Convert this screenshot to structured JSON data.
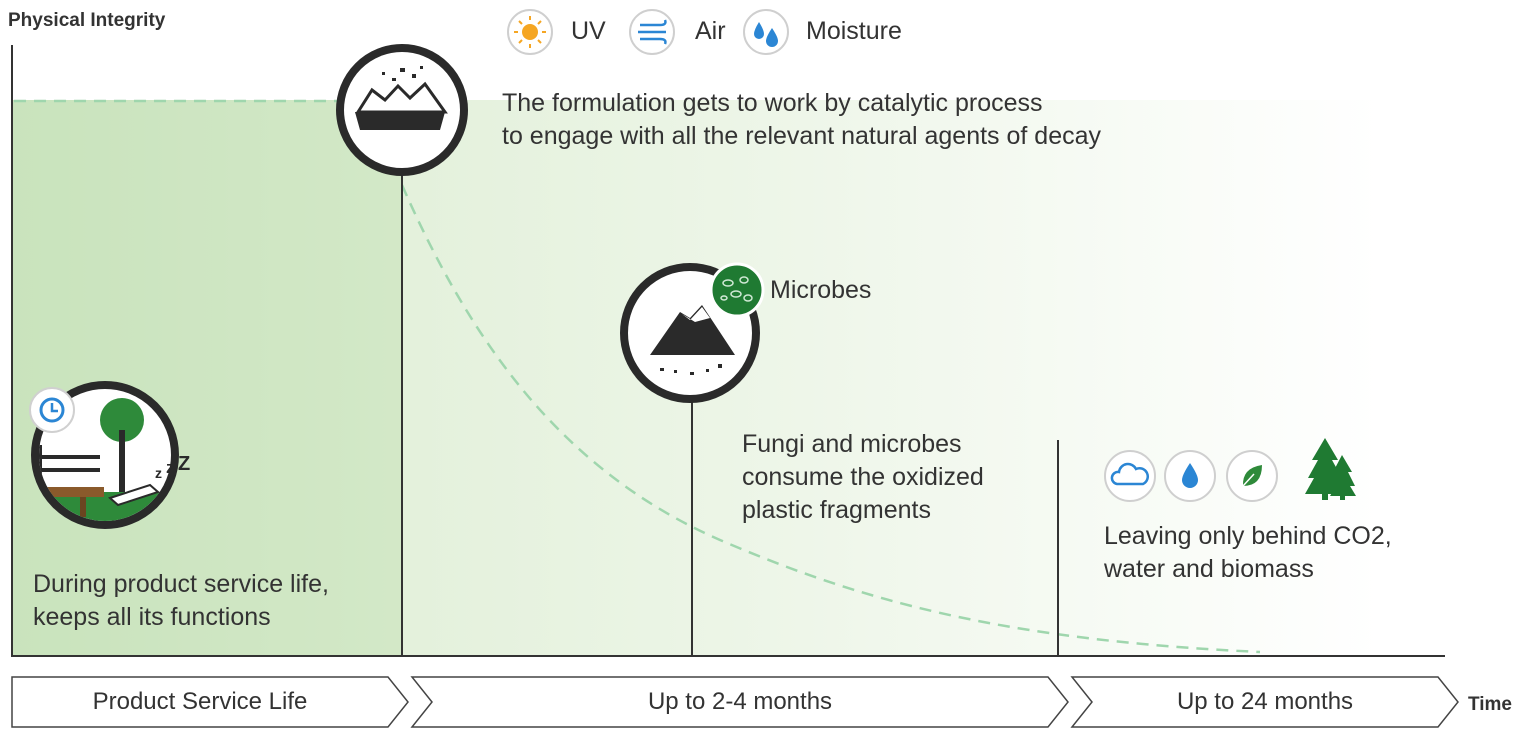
{
  "axes": {
    "y_title": "Physical Integrity",
    "x_title": "Time"
  },
  "agents": [
    {
      "icon": "sun-icon",
      "label": "UV"
    },
    {
      "icon": "wind-icon",
      "label": "Air"
    },
    {
      "icon": "water-drops-icon",
      "label": "Moisture"
    }
  ],
  "stages": {
    "service_life": {
      "text_line1": "During product service life,",
      "text_line2": "keeps all its functions"
    },
    "oxidation": {
      "text_line1": "The formulation gets to work by catalytic process",
      "text_line2": "to engage with all the relevant natural agents of decay"
    },
    "microbes": {
      "badge": "Microbes",
      "text_line1": "Fungi and microbes",
      "text_line2": "consume the oxidized",
      "text_line3": "plastic fragments"
    },
    "end": {
      "text_line1": "Leaving only behind CO2,",
      "text_line2": "water and biomass"
    }
  },
  "phases": [
    {
      "label": "Product Service Life"
    },
    {
      "label": "Up to 2-4 months"
    },
    {
      "label": "Up to 24 months"
    }
  ],
  "colors": {
    "green_dark": "#1f7a32",
    "green_curve": "#9fd6ad",
    "bg_green": "#d9ecd0",
    "line": "#333333",
    "icon_blue": "#2b86d4",
    "sun": "#f5a623"
  }
}
